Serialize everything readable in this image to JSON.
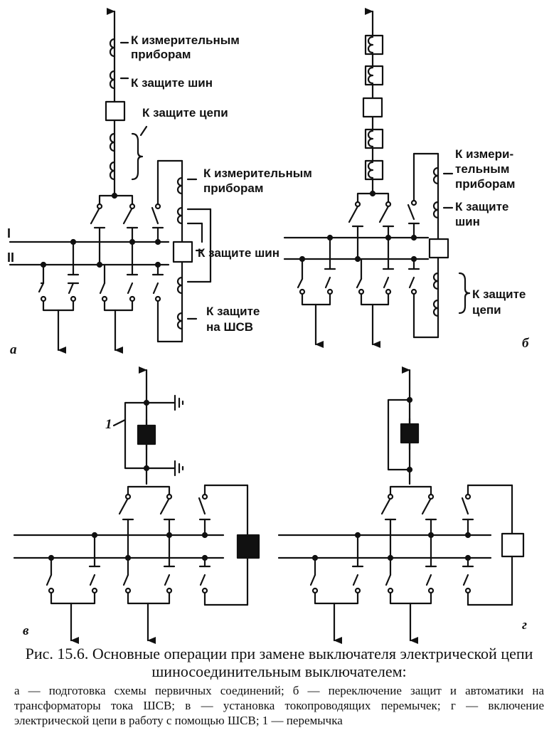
{
  "panels": {
    "a": {
      "tag": "а",
      "bus_labels": [
        "I",
        "II"
      ],
      "labels": {
        "meters_top_1": "К измерительным",
        "meters_top_2": "приборам",
        "bus_protection_top": "К защите шин",
        "circuit_protection": "К защите цепи",
        "meters_right_1": "К измерительным",
        "meters_right_2": "приборам",
        "bus_protection_right": "К защите шин",
        "shsv_protection_1": "К защите",
        "shsv_protection_2": "на ШСВ"
      }
    },
    "b": {
      "tag": "б",
      "labels": {
        "meters_1": "К измери-",
        "meters_2": "тельным",
        "meters_3": "приборам",
        "bus_protection_1": "К защите",
        "bus_protection_2": "шин",
        "circuit_protection_1": "К защите",
        "circuit_protection_2": "цепи"
      }
    },
    "v": {
      "tag": "в",
      "jumper_label": "1"
    },
    "g": {
      "tag": "г"
    }
  },
  "caption": {
    "title": "Рис. 15.6. Основные операции при замене выключателя электрической цепи шиносоединительным выключателем:",
    "body": "а — подготовка схемы первичных соединений; б — переключение защит и автоматики на трансформаторы тока ШСВ; в — установка токопроводящих перемычек; г — включение электрической цепи в работу с помощью ШСВ; 1 — перемычка"
  }
}
